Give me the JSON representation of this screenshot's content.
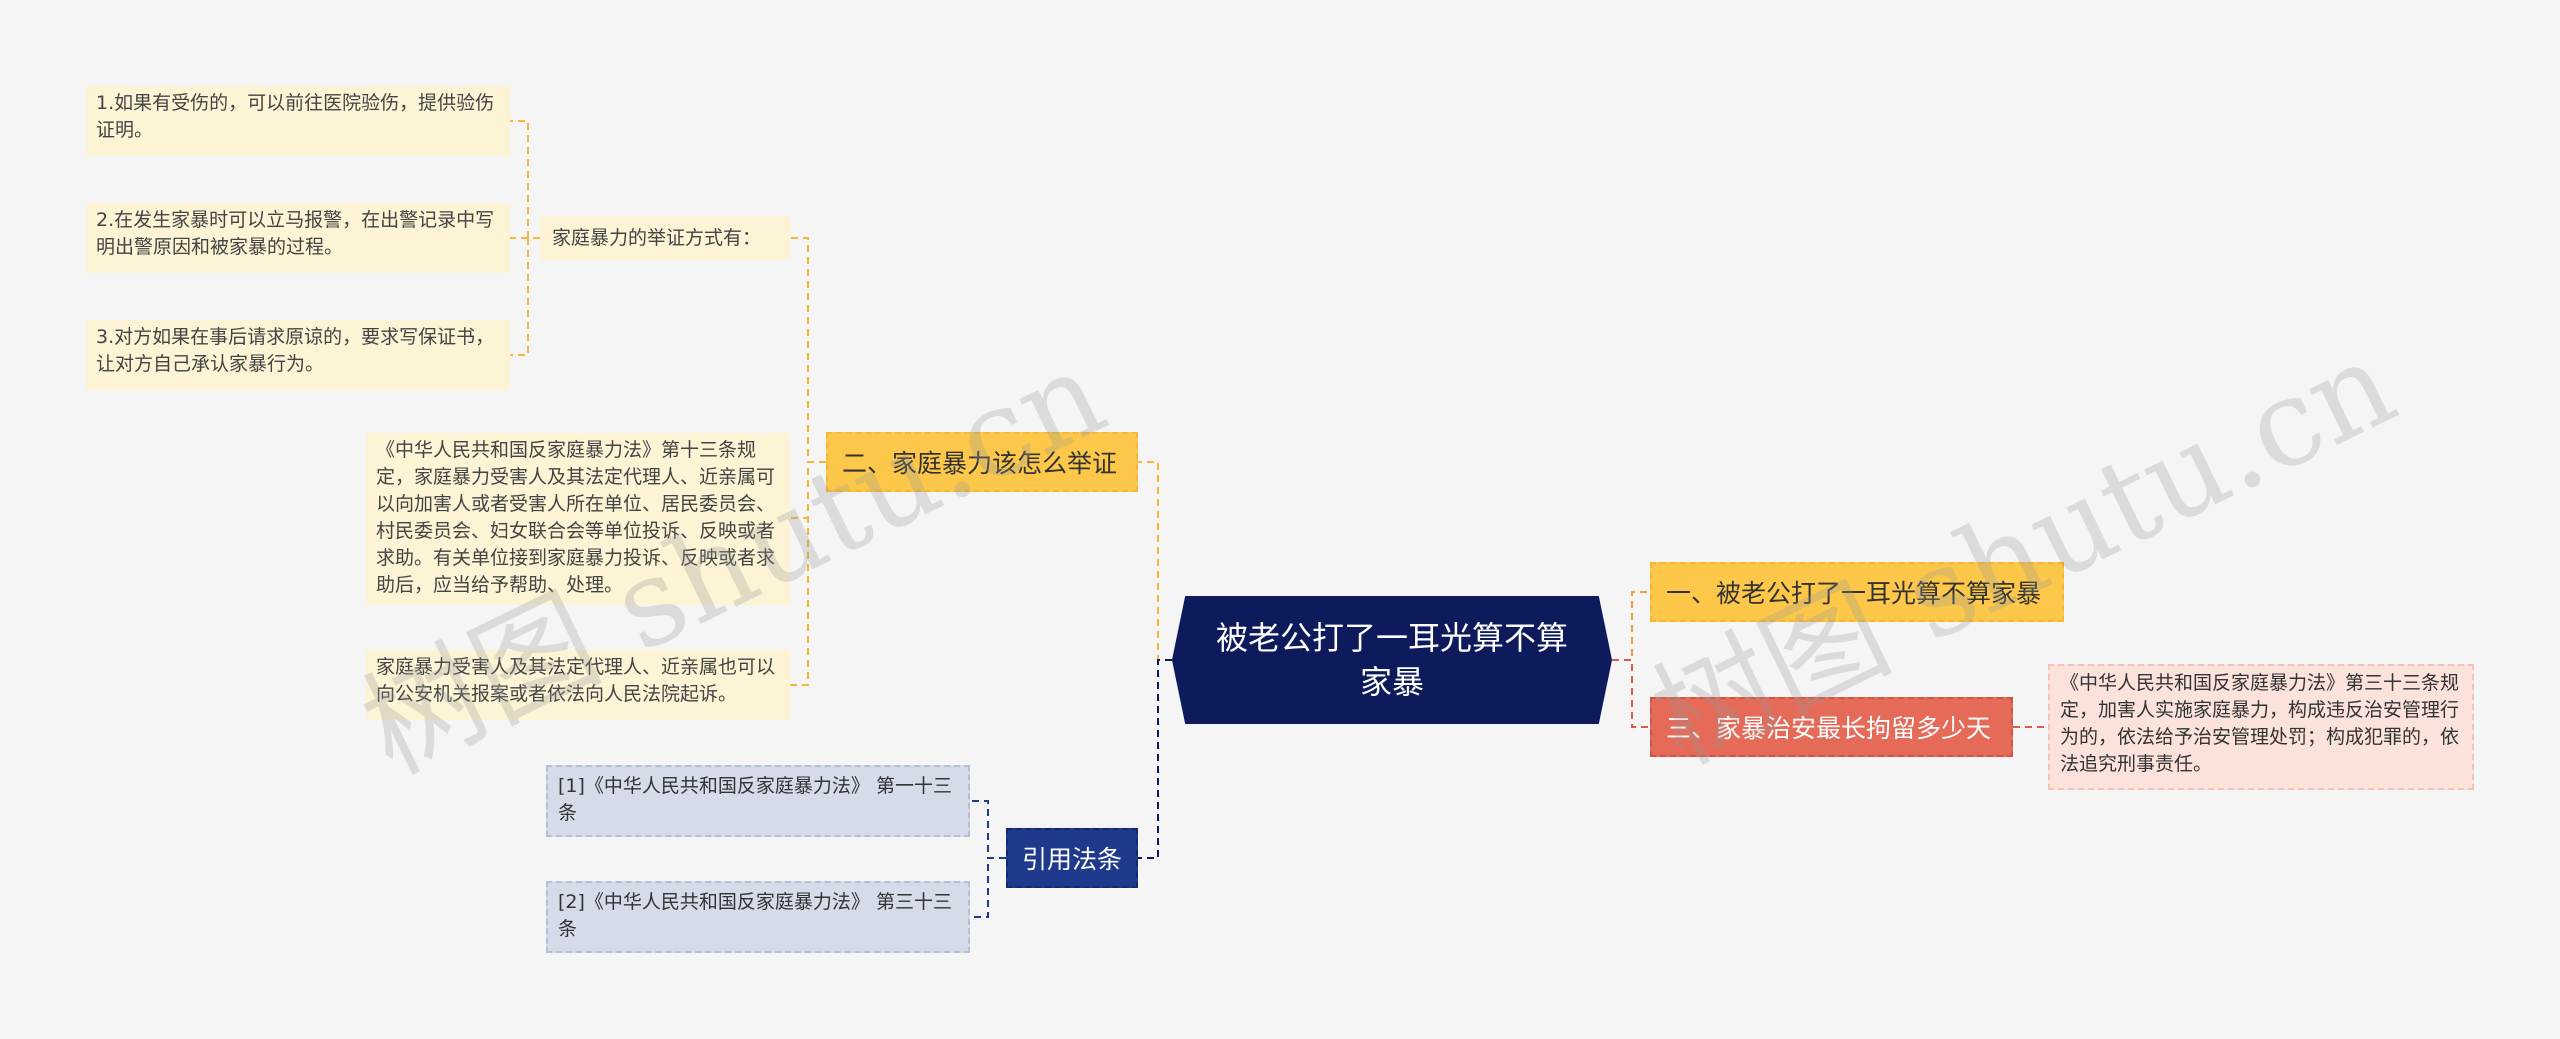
{
  "center": {
    "text": "被老公打了一耳光算不算家暴"
  },
  "right": {
    "b1": {
      "text": "一、被老公打了一耳光算不算家暴"
    },
    "b3": {
      "text": "三、家暴治安最长拘留多少天",
      "leaf": "《中华人民共和国反家庭暴力法》第三十三条规定，加害人实施家庭暴力，构成违反治安管理行为的，依法给予治安管理处罚；构成犯罪的，依法追究刑事责任。"
    }
  },
  "left": {
    "b2": {
      "text": "二、家庭暴力该怎么举证",
      "sub": {
        "text": "家庭暴力的举证方式有：",
        "items": [
          "1.如果有受伤的，可以前往医院验伤，提供验伤证明。",
          "2.在发生家暴时可以立马报警，在出警记录中写明出警原因和被家暴的过程。",
          "3.对方如果在事后请求原谅的，要求写保证书，让对方自己承认家暴行为。"
        ]
      },
      "leaf1": "《中华人民共和国反家庭暴力法》第十三条规定，家庭暴力受害人及其法定代理人、近亲属可以向加害人或者受害人所在单位、居民委员会、村民委员会、妇女联合会等单位投诉、反映或者求助。有关单位接到家庭暴力投诉、反映或者求助后，应当给予帮助、处理。",
      "leaf2": "家庭暴力受害人及其法定代理人、近亲属也可以向公安机关报案或者依法向人民法院起诉。"
    },
    "refs": {
      "text": "引用法条",
      "items": [
        "[1]《中华人民共和国反家庭暴力法》 第一十三条",
        "[2]《中华人民共和国反家庭暴力法》 第三十三条"
      ]
    }
  },
  "watermarks": [
    "树图 shutu.cn",
    "树图 shutu.cn"
  ],
  "colors": {
    "center": "#0d1b5c",
    "yellow": "#fdc84a",
    "red": "#e56a58",
    "blue": "#1f3a8c",
    "leaf_yellow": "#fdf3d5",
    "leaf_pink": "#fbe3dc",
    "leaf_blue": "#d6dbea"
  }
}
